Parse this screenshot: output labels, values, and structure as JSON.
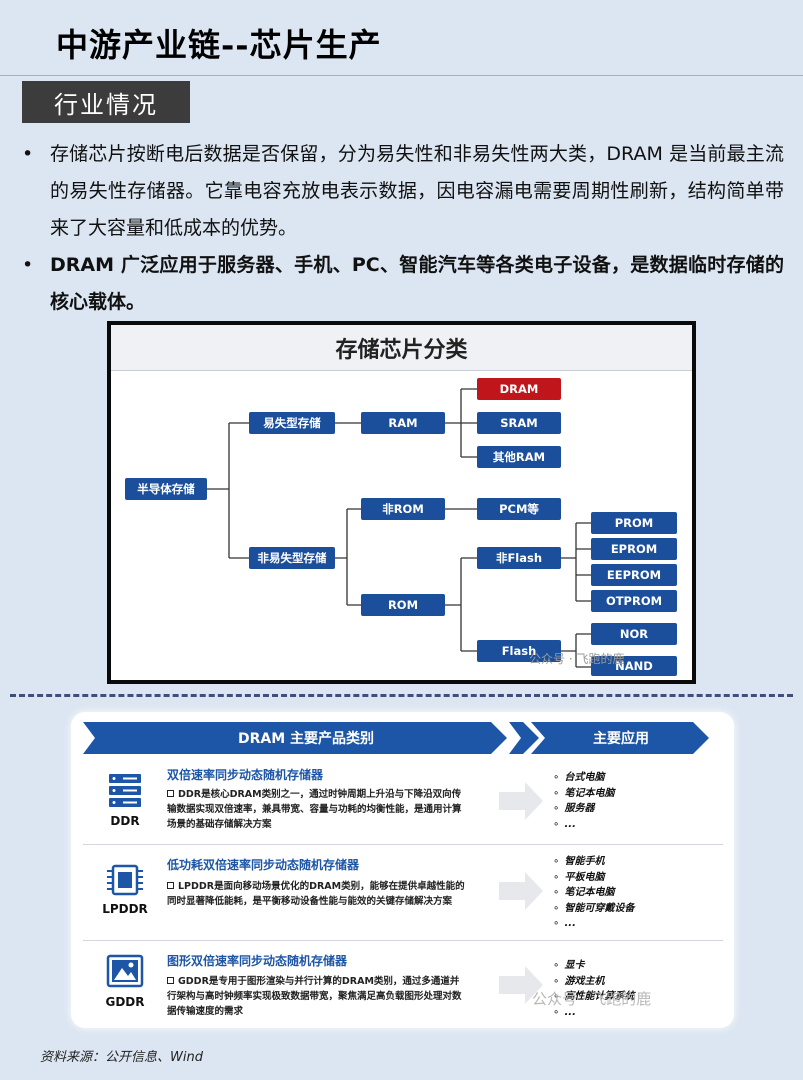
{
  "page": {
    "title": "中游产业链--芯片生产",
    "section_tag": "行业情况",
    "bullets": [
      "存储芯片按断电后数据是否保留，分为易失性和非易失性两大类，DRAM 是当前最主流的易失性存储器。它靠电容充放电表示数据，因电容漏电需要周期性刷新，结构简单带来了大容量和低成本的优势。",
      "DRAM 广泛应用于服务器、手机、PC、智能汽车等各类电子设备，是数据临时存储的核心载体。"
    ],
    "bullet_symbol": "•",
    "source": "资料来源：公开信息、Wind"
  },
  "tree": {
    "title": "存储芯片分类",
    "nodes": {
      "root": "半导体存储",
      "volatile": "易失型存储",
      "nonvolatile": "非易失型存储",
      "ram": "RAM",
      "dram": "DRAM",
      "sram": "SRAM",
      "other_ram": "其他RAM",
      "non_rom": "非ROM",
      "pcm": "PCM等",
      "rom": "ROM",
      "non_flash": "非Flash",
      "flash": "Flash",
      "prom": "PROM",
      "eprom": "EPROM",
      "eeprom": "EEPROM",
      "otprom": "OTPROM",
      "nor": "NOR",
      "nand": "NAND"
    },
    "highlight_color": "#c0161b",
    "node_color": "#1b4f9c",
    "watermark": "公众号 · 飞跑的鹿"
  },
  "dram": {
    "header_left": "DRAM 主要产品类别",
    "header_right": "主要应用",
    "products": [
      {
        "name": "DDR",
        "icon": "server-icon",
        "title": "双倍速率同步动态随机存储器",
        "desc": "DDR是核心DRAM类别之一，通过时钟周期上升沿与下降沿双向传输数据实现双倍速率，兼具带宽、容量与功耗的均衡性能，是通用计算场景的基础存储解决方案",
        "apps": [
          "台式电脑",
          "笔记本电脑",
          "服务器",
          "..."
        ]
      },
      {
        "name": "LPDDR",
        "icon": "chip-icon",
        "title": "低功耗双倍速率同步动态随机存储器",
        "desc": "LPDDR是面向移动场景优化的DRAM类别，能够在提供卓越性能的同时显著降低能耗，是平衡移动设备性能与能效的关键存储解决方案",
        "apps": [
          "智能手机",
          "平板电脑",
          "笔记本电脑",
          "智能可穿戴设备",
          "..."
        ]
      },
      {
        "name": "GDDR",
        "icon": "image-icon",
        "title": "图形双倍速率同步动态随机存储器",
        "desc": "GDDR是专用于图形渲染与并行计算的DRAM类别，通过多通道并行架构与高时钟频率实现极致数据带宽，聚焦满足高负载图形处理对数据传输速度的需求",
        "apps": [
          "显卡",
          "游戏主机",
          "高性能计算系统",
          "..."
        ]
      }
    ],
    "app_bullet": "∘",
    "watermark": "公众号 · 飞跑的鹿"
  }
}
